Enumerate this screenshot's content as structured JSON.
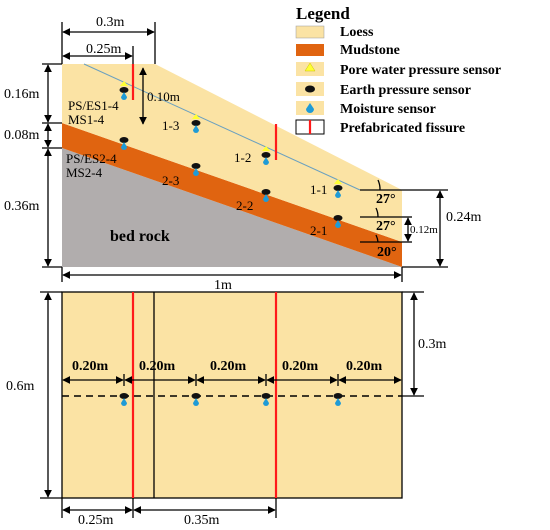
{
  "colors": {
    "loess": "#fbe3a4",
    "mudstone": "#e06410",
    "bedrock": "#b1adad",
    "fissure": "#ff1a1a",
    "pore_sensor": "#ffff33",
    "moisture_sensor": "#1f9bd6",
    "earth_sensor": "#111111"
  },
  "legend": {
    "title": "Legend",
    "items": [
      {
        "name": "legend-loess",
        "label": "Loess"
      },
      {
        "name": "legend-mudstone",
        "label": "Mudstone"
      },
      {
        "name": "legend-pore-water-pressure-sensor",
        "label": "Pore water pressure sensor"
      },
      {
        "name": "legend-earth-pressure-sensor",
        "label": "Earth pressure sensor"
      },
      {
        "name": "legend-moisture-sensor",
        "label": "Moisture sensor"
      },
      {
        "name": "legend-prefabricated-fissure",
        "label": "Prefabricated fissure"
      }
    ]
  },
  "section": {
    "dim_top_outer": "0.3m",
    "dim_top_inner": "0.25m",
    "dim_left_loess": "0.16m",
    "dim_left_mudstone": "0.08m",
    "dim_left_bedrock": "0.36m",
    "dim_sensor_depth": "0.10m",
    "dim_right_total": "0.24m",
    "dim_right_small": "0.12m",
    "dim_bottom": "1m",
    "angle_1": "27°",
    "angle_2": "27°",
    "angle_3": "20°",
    "sensor_label_1": "PS/ES1-4",
    "sensor_label_2": "MS1-4",
    "sensor_label_3": "PS/ES2-4",
    "sensor_label_4": "MS2-4",
    "pt_1_3": "1-3",
    "pt_1_2": "1-2",
    "pt_1_1": "1-1",
    "pt_2_3": "2-3",
    "pt_2_2": "2-2",
    "pt_2_1": "2-1",
    "bed_rock": "bed rock"
  },
  "plan": {
    "spacing_1": "0.20m",
    "spacing_2": "0.20m",
    "spacing_3": "0.20m",
    "spacing_4": "0.20m",
    "spacing_5": "0.20m",
    "dim_left": "0.6m",
    "dim_right": "0.3m",
    "dim_bottom_1": "0.25m",
    "dim_bottom_2": "0.35m"
  }
}
